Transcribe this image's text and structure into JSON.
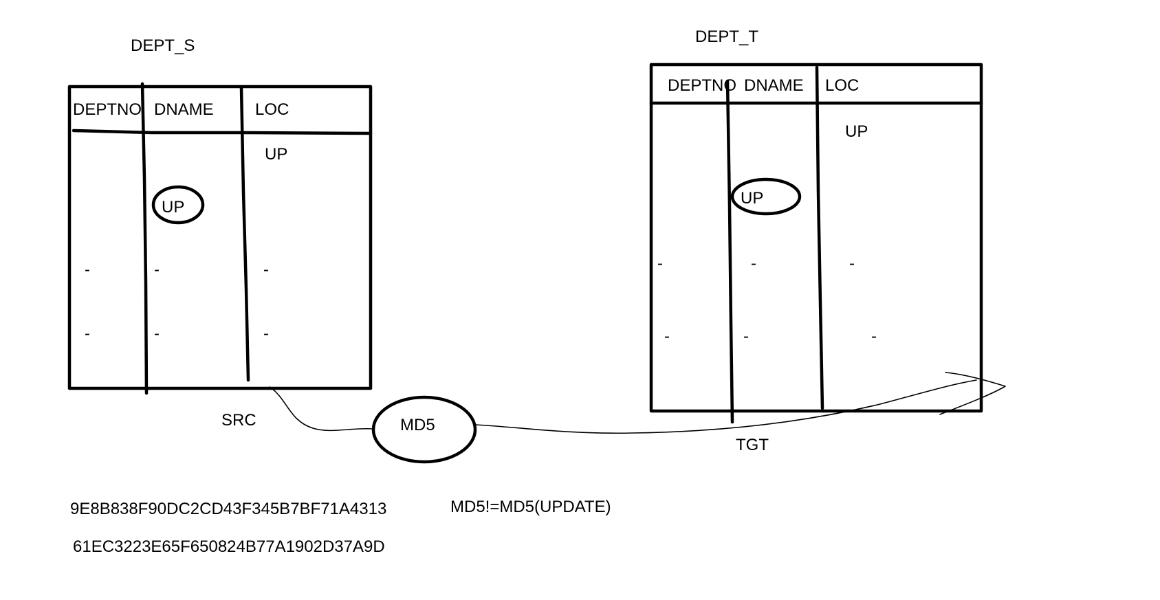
{
  "colors": {
    "ink": "#000000",
    "background": "#ffffff"
  },
  "source_table": {
    "name": "DEPT_S",
    "columns": [
      "DEPTNO",
      "DNAME",
      "LOC"
    ],
    "loc_mark": "UP",
    "dname_mark": "UP",
    "rows": [
      [
        "-",
        "-",
        "-"
      ],
      [
        "-",
        "-",
        "-"
      ]
    ],
    "label": "SRC"
  },
  "target_table": {
    "name": "DEPT_T",
    "columns": [
      "DEPTNO",
      "DNAME",
      "LOC"
    ],
    "loc_mark": "UP",
    "dname_mark": "UP",
    "rows": [
      [
        "-",
        "-",
        "-"
      ],
      [
        "-",
        "-",
        "-"
      ]
    ],
    "label": "TGT"
  },
  "hash_node": {
    "label": "MD5"
  },
  "hashes": [
    "9E8B838F90DC2CD43F345B7BF71A4313",
    "61EC3223E65F650824B77A1902D37A9D"
  ],
  "condition": "MD5!=MD5(UPDATE)"
}
